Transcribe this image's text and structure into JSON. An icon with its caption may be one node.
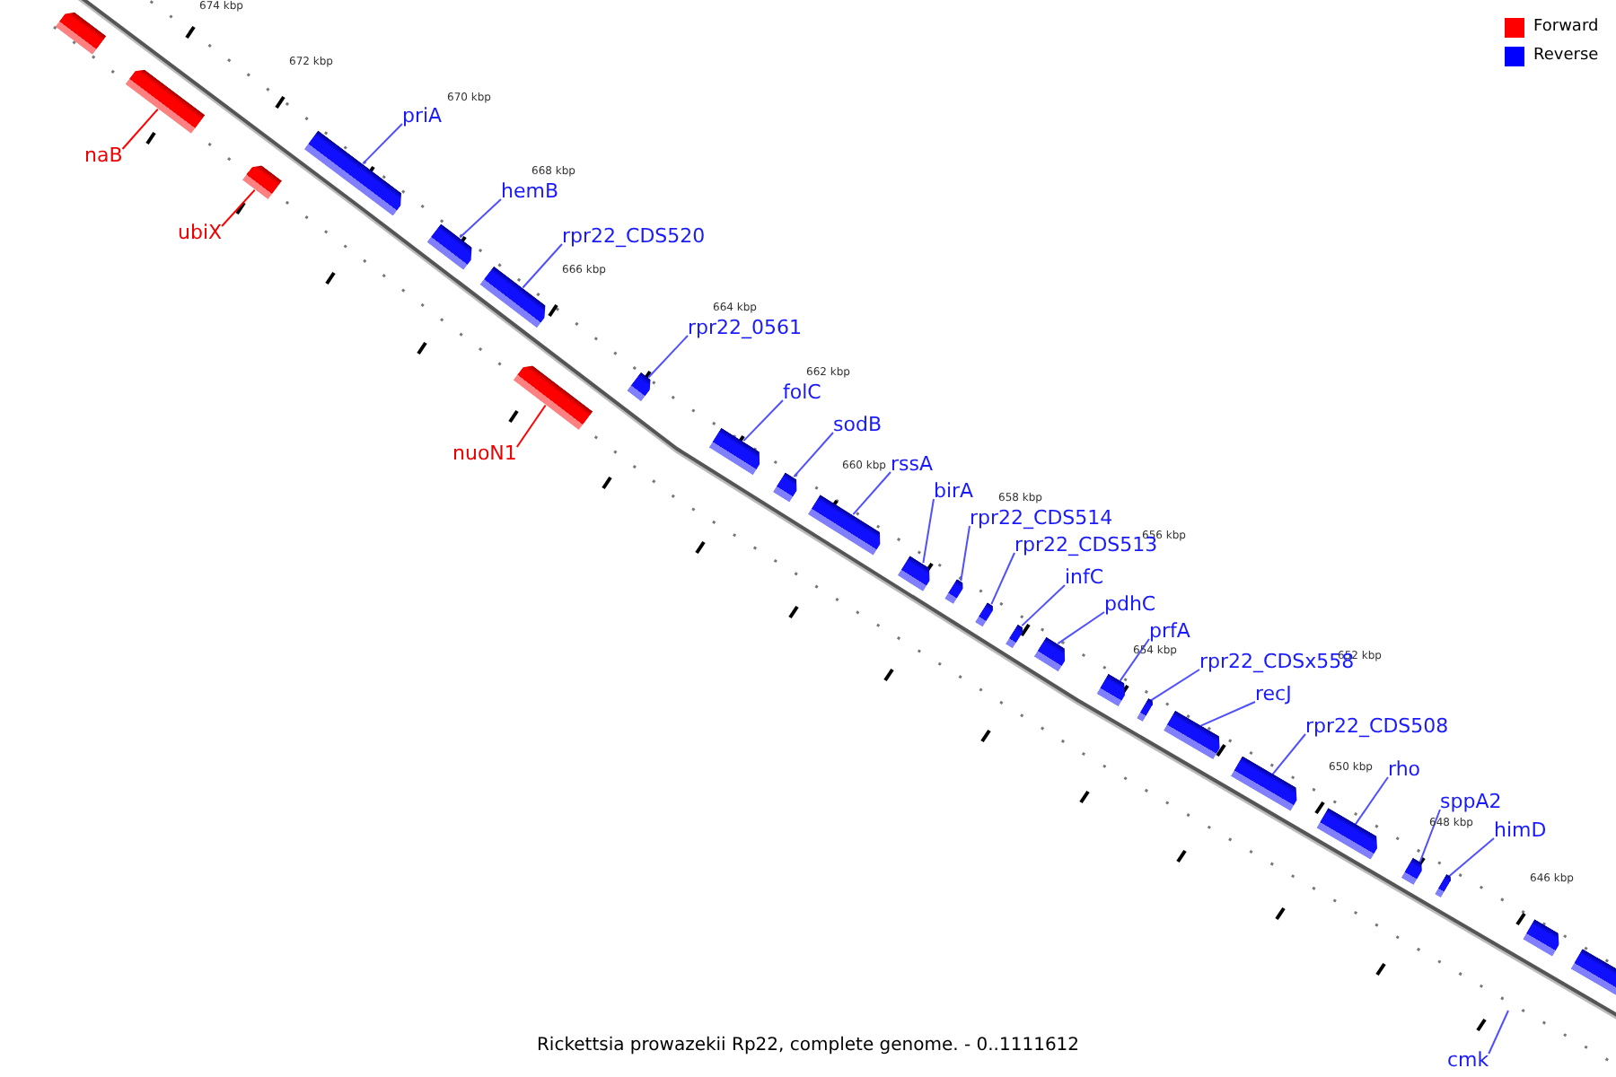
{
  "diagram": {
    "caption": "Rickettsia prowazekii Rp22, complete genome. - 0..1111612",
    "nodes": [
      {
        "text": [],
        "shape": "bar"
      },
      {
        "text": [
          "naB"
        ]
      },
      {
        "text": [],
        "shape": "bar"
      },
      {
        "text": [
          "ubiX"
        ]
      },
      {
        "text": [],
        "shape": "bar"
      },
      {
        "text": [
          "priA"
        ]
      },
      {
        "text": [],
        "shape": "bar"
      },
      {
        "text": [
          "hemB"
        ]
      },
      {
        "text": [],
        "shape": "bar"
      },
      {
        "text": [
          "rpr22_CDS520"
        ]
      },
      {
        "text": [],
        "shape": "bar"
      },
      {
        "text": [
          "rpr22_0561"
        ]
      },
      {
        "text": [],
        "shape": "bar"
      },
      {
        "text": [
          "nuoN1"
        ]
      },
      {
        "text": [],
        "shape": "bar"
      },
      {
        "text": [
          "folC"
        ]
      },
      {
        "text": [],
        "shape": "bar"
      },
      {
        "text": [
          "sodB"
        ]
      },
      {
        "text": [],
        "shape": "bar"
      },
      {
        "text": [
          "rssA"
        ]
      },
      {
        "text": [],
        "shape": "bar"
      },
      {
        "text": [
          "birA"
        ]
      },
      {
        "text": [],
        "shape": "bar"
      },
      {
        "text": [
          "rpr22_CDS514"
        ]
      },
      {
        "text": [],
        "shape": "bar"
      },
      {
        "text": [
          "rpr22_CDS513"
        ]
      },
      {
        "text": [],
        "shape": "bar"
      },
      {
        "text": [
          "infC"
        ]
      },
      {
        "text": [],
        "shape": "bar"
      },
      {
        "text": [
          "pdhC"
        ]
      },
      {
        "text": [],
        "shape": "bar"
      },
      {
        "text": [
          "prfA"
        ]
      },
      {
        "text": [],
        "shape": "bar"
      },
      {
        "text": [
          "rpr22_CDSx558"
        ]
      },
      {
        "text": [],
        "shape": "bar"
      },
      {
        "text": [
          "recJ"
        ]
      },
      {
        "text": [],
        "shape": "bar"
      },
      {
        "text": [
          "rpr22_CDS508"
        ]
      },
      {
        "text": [],
        "shape": "bar"
      },
      {
        "text": [
          "rho"
        ]
      },
      {
        "text": [],
        "shape": "bar"
      },
      {
        "text": [
          "sppA2"
        ]
      },
      {
        "text": [],
        "shape": "bar"
      },
      {
        "text": [
          "himD"
        ]
      },
      {
        "text": [],
        "shape": "bar"
      },
      {
        "text": [],
        "shape": "bar"
      },
      {
        "text": [],
        "shape": "bar"
      },
      {
        "text": [
          "cmk"
        ]
      }
    ],
    "edges": [
      {
        "from": 1,
        "to": 2,
        "arrow": "none",
        "color": "#ff0000"
      },
      {
        "from": 3,
        "to": 4,
        "arrow": "none",
        "color": "#ff0000"
      },
      {
        "from": 5,
        "to": 6,
        "arrow": "none"
      },
      {
        "from": 7,
        "to": 8,
        "arrow": "none"
      },
      {
        "from": 9,
        "to": 10,
        "arrow": "none"
      },
      {
        "from": 11,
        "to": 12,
        "arrow": "none"
      },
      {
        "from": 13,
        "to": 14,
        "arrow": "none",
        "color": "#ff0000"
      },
      {
        "from": 15,
        "to": 16,
        "arrow": "none"
      },
      {
        "from": 17,
        "to": 18,
        "arrow": "none"
      },
      {
        "from": 19,
        "to": 20,
        "arrow": "none"
      },
      {
        "from": 21,
        "to": 22,
        "arrow": "none"
      },
      {
        "from": 23,
        "to": 24,
        "arrow": "none"
      },
      {
        "from": 25,
        "to": 26,
        "arrow": "none"
      },
      {
        "from": 27,
        "to": 28,
        "arrow": "none"
      },
      {
        "from": 29,
        "to": 30,
        "arrow": "none"
      },
      {
        "from": 31,
        "to": 32,
        "arrow": "none"
      },
      {
        "from": 33,
        "to": 34,
        "arrow": "none"
      },
      {
        "from": 35,
        "to": 36,
        "arrow": "none"
      },
      {
        "from": 37,
        "to": 38,
        "arrow": "none"
      },
      {
        "from": 39,
        "to": 40,
        "arrow": "none"
      },
      {
        "from": 41,
        "to": 42,
        "arrow": "none"
      },
      {
        "from": 43,
        "to": 44,
        "arrow": "none"
      },
      {
        "from": 47,
        "to": null,
        "arrow": "none"
      }
    ],
    "labels": [
      "674 kbp",
      "672 kbp",
      "670 kbp",
      "668 kbp",
      "666 kbp",
      "664 kbp",
      "662 kbp",
      "660 kbp",
      "658 kbp",
      "656 kbp",
      "654 kbp",
      "652 kbp",
      "650 kbp",
      "648 kbp",
      "646 kbp"
    ],
    "legend": [
      {
        "text": "Forward",
        "color": "#ff0000"
      },
      {
        "text": "Reverse",
        "color": "#0000ff"
      }
    ]
  }
}
